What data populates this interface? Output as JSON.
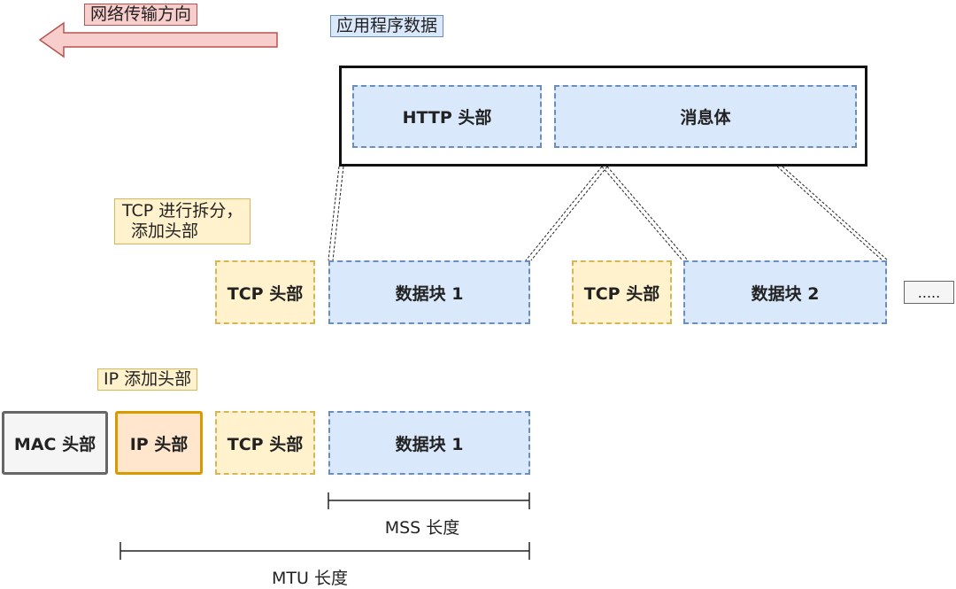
{
  "direction_label": "网络传输方向",
  "app_data_label": "应用程序数据",
  "http": {
    "header": "HTTP 头部",
    "body": "消息体"
  },
  "tcp_step": {
    "line1": "TCP 进行拆分，",
    "line2": "添加头部"
  },
  "segments": [
    {
      "tcp_header": "TCP 头部",
      "data_block": "数据块 1"
    },
    {
      "tcp_header": "TCP 头部",
      "data_block": "数据块 2"
    }
  ],
  "more": ".....",
  "ip_step": "IP 添加头部",
  "frame": {
    "mac_header": "MAC 头部",
    "ip_header": "IP 头部",
    "tcp_header": "TCP 头部",
    "data_block": "数据块 1"
  },
  "mss_label": "MSS 长度",
  "mtu_label": "MTU 长度",
  "colors": {
    "blue_fill": "#dae8fc",
    "blue_stroke": "#6c8ebf",
    "yellow_fill": "#fff2cc",
    "yellow_stroke": "#d6b656",
    "red_fill": "#f8cecc",
    "red_stroke": "#b85450",
    "orange_fill": "#ffe6cc",
    "orange_stroke": "#d79b00"
  }
}
